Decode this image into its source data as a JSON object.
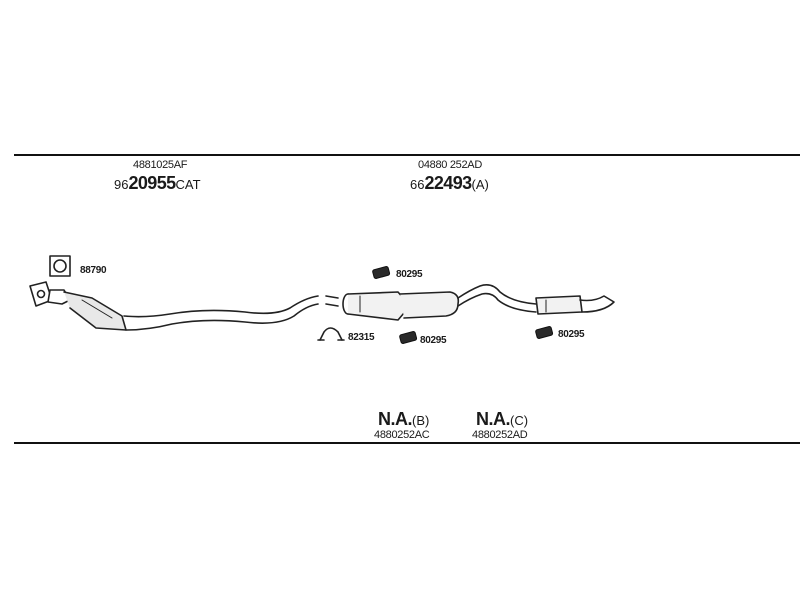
{
  "header": {
    "left_ref": "4881025AF",
    "left_code_prefix": "96",
    "left_code_main": "20955",
    "left_code_suffix": "CAT",
    "right_ref": "04880 252AD",
    "right_code_prefix": "66",
    "right_code_main": "22493",
    "right_code_suffix": "(A)"
  },
  "parts": {
    "gasket_top": "88790",
    "clamp_top": "80295",
    "clamp_bottom_left": "82315",
    "clamp_bottom_mid": "80295",
    "clamp_bottom_right": "80295"
  },
  "footer": {
    "na_b_bold": "N.A.",
    "na_b_tag": "(B)",
    "na_b_ref": "4880252AC",
    "na_c_bold": "N.A.",
    "na_c_tag": "(C)",
    "na_c_ref": "4880252AD"
  }
}
